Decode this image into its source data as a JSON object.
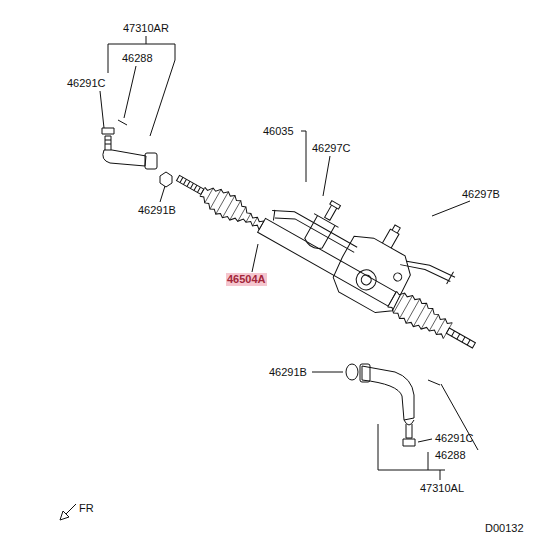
{
  "diagram": {
    "labels": [
      "47310AR",
      "46288",
      "46291C",
      "46035",
      "46297C",
      "46297B",
      "46291B",
      "46504A",
      "46291B",
      "46291C",
      "46288",
      "47310AL",
      "FR",
      "D00132"
    ]
  }
}
